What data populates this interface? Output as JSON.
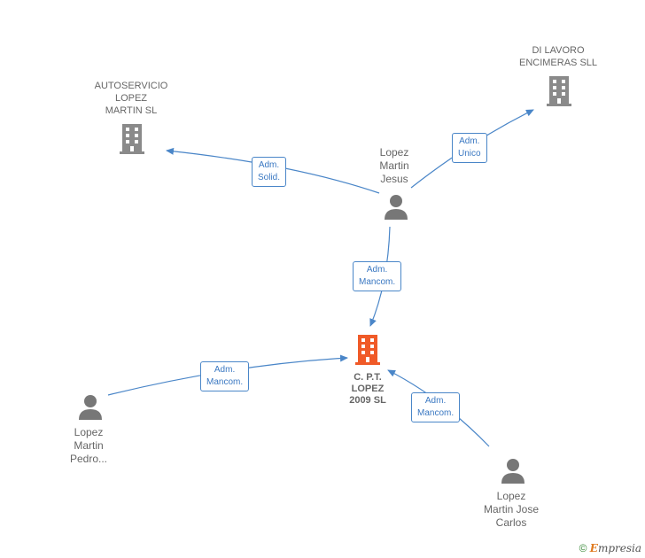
{
  "nodes": {
    "autoservicio": {
      "lines": [
        "AUTOSERVICIO",
        "LOPEZ",
        "MARTIN SL"
      ]
    },
    "dilavoro": {
      "lines": [
        "DI LAVORO",
        "ENCIMERAS SLL"
      ]
    },
    "jesus": {
      "lines": [
        "Lopez",
        "Martin",
        "Jesus"
      ]
    },
    "center": {
      "lines": [
        "C. P.T.",
        "LOPEZ",
        "2009 SL"
      ]
    },
    "pedro": {
      "lines": [
        "Lopez",
        "Martin",
        "Pedro..."
      ]
    },
    "josecarlos": {
      "lines": [
        "Lopez",
        "Martin Jose",
        "Carlos"
      ]
    }
  },
  "edges": {
    "solid": {
      "lines": [
        "Adm.",
        "Solid."
      ]
    },
    "unico": {
      "lines": [
        "Adm.",
        "Unico"
      ]
    },
    "mancom1": {
      "lines": [
        "Adm.",
        "Mancom."
      ]
    },
    "mancom2": {
      "lines": [
        "Adm.",
        "Mancom."
      ]
    },
    "mancom3": {
      "lines": [
        "Adm.",
        "Mancom."
      ]
    }
  },
  "footer": {
    "copyright": "©",
    "brand_first": "E",
    "brand_rest": "mpresia"
  },
  "colors": {
    "edge": "#4a86c8",
    "company": "#8a8a8a",
    "focus_company": "#f05a28",
    "person": "#777777"
  }
}
